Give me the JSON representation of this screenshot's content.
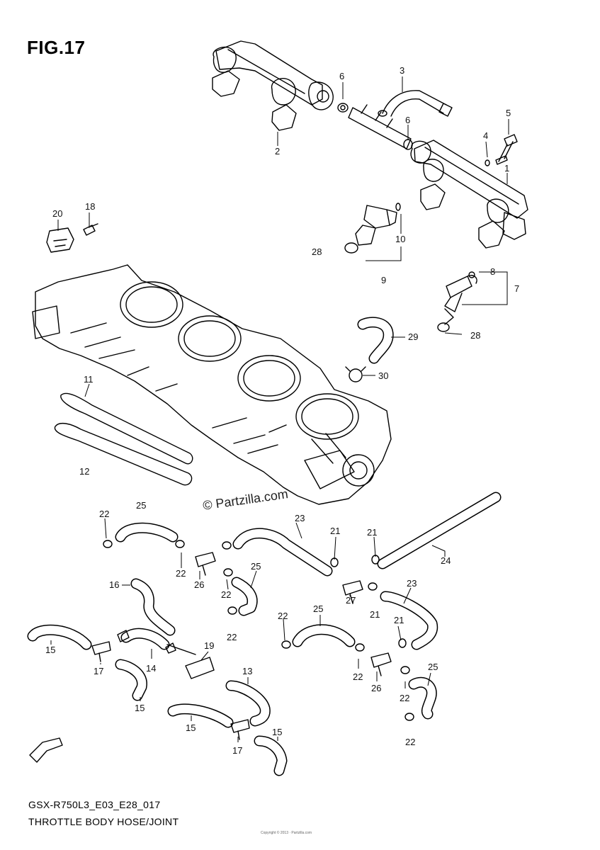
{
  "figure": {
    "title": "FIG.17",
    "code": "GSX-R750L3_E03_E28_017",
    "name": "THROTTLE BODY HOSE/JOINT",
    "watermark": "© Partzilla.com",
    "small_print": "Copyright © 2013 · Partzilla.com"
  },
  "callouts": [
    {
      "id": "c1",
      "label": "1"
    },
    {
      "id": "c2",
      "label": "2"
    },
    {
      "id": "c3",
      "label": "3"
    },
    {
      "id": "c4",
      "label": "4"
    },
    {
      "id": "c5",
      "label": "5"
    },
    {
      "id": "c6a",
      "label": "6"
    },
    {
      "id": "c6b",
      "label": "6"
    },
    {
      "id": "c7",
      "label": "7"
    },
    {
      "id": "c8",
      "label": "8"
    },
    {
      "id": "c9",
      "label": "9"
    },
    {
      "id": "c10",
      "label": "10"
    },
    {
      "id": "c11",
      "label": "11"
    },
    {
      "id": "c12",
      "label": "12"
    },
    {
      "id": "c13",
      "label": "13"
    },
    {
      "id": "c14",
      "label": "14"
    },
    {
      "id": "c15a",
      "label": "15"
    },
    {
      "id": "c15b",
      "label": "15"
    },
    {
      "id": "c15c",
      "label": "15"
    },
    {
      "id": "c15d",
      "label": "15"
    },
    {
      "id": "c16",
      "label": "16"
    },
    {
      "id": "c17a",
      "label": "17"
    },
    {
      "id": "c17b",
      "label": "17"
    },
    {
      "id": "c18",
      "label": "18"
    },
    {
      "id": "c19",
      "label": "19"
    },
    {
      "id": "c20",
      "label": "20"
    },
    {
      "id": "c21a",
      "label": "21"
    },
    {
      "id": "c21b",
      "label": "21"
    },
    {
      "id": "c21c",
      "label": "21"
    },
    {
      "id": "c21d",
      "label": "21"
    },
    {
      "id": "c22a",
      "label": "22"
    },
    {
      "id": "c22b",
      "label": "22"
    },
    {
      "id": "c22c",
      "label": "22"
    },
    {
      "id": "c22d",
      "label": "22"
    },
    {
      "id": "c22e",
      "label": "22"
    },
    {
      "id": "c22f",
      "label": "22"
    },
    {
      "id": "c22g",
      "label": "22"
    },
    {
      "id": "c22h",
      "label": "22"
    },
    {
      "id": "c22i",
      "label": "22"
    },
    {
      "id": "c23a",
      "label": "23"
    },
    {
      "id": "c23b",
      "label": "23"
    },
    {
      "id": "c24",
      "label": "24"
    },
    {
      "id": "c25a",
      "label": "25"
    },
    {
      "id": "c25b",
      "label": "25"
    },
    {
      "id": "c25c",
      "label": "25"
    },
    {
      "id": "c25d",
      "label": "25"
    },
    {
      "id": "c26a",
      "label": "26"
    },
    {
      "id": "c26b",
      "label": "26"
    },
    {
      "id": "c27",
      "label": "27"
    },
    {
      "id": "c28a",
      "label": "28"
    },
    {
      "id": "c28b",
      "label": "28"
    },
    {
      "id": "c29",
      "label": "29"
    },
    {
      "id": "c30",
      "label": "30"
    }
  ],
  "fwd_icon": "fwd-arrow-icon"
}
